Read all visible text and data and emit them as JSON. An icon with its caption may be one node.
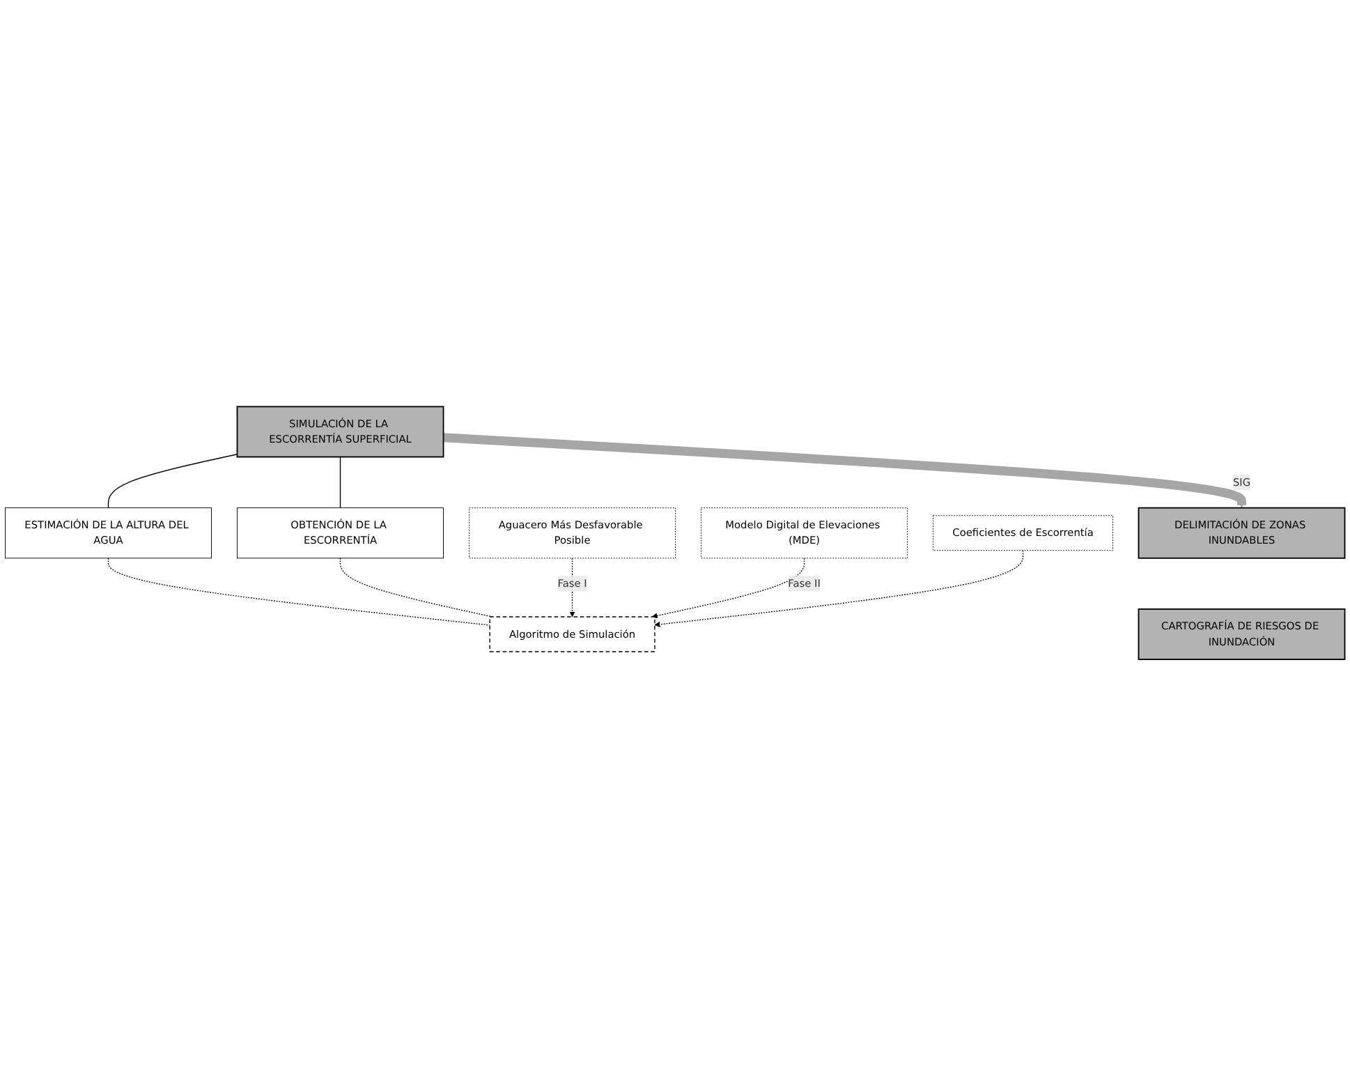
{
  "diagram": {
    "nodes": [
      {
        "text": [
          "SIMULACIÓN DE LA ESCORRENTÍA SUPERFICIAL"
        ]
      },
      {
        "text": [
          "ESTIMACIÓN DE LA ALTURA DEL AGUA"
        ]
      },
      {
        "text": [
          "OBTENCIÓN DE LA ESCORRENTÍA"
        ]
      },
      {
        "text": [
          "Aguacero Más Desfavorable Posible"
        ]
      },
      {
        "text": [
          "Algoritmo de Simulación"
        ]
      },
      {
        "text": [
          "Modelo Digital de Elevaciones (MDE)"
        ]
      },
      {
        "text": [
          "Coeficientes de Escorrentía"
        ]
      },
      {
        "text": [
          "DELIMITACIÓN DE ZONAS INUNDABLES"
        ]
      },
      {
        "text": [
          "CARTOGRAFÍA DE RIESGOS DE INUNDACIÓN"
        ]
      }
    ],
    "edges": [
      {
        "from": 0,
        "to": 1,
        "arrow": "none"
      },
      {
        "from": 0,
        "to": 2,
        "arrow": "none"
      },
      {
        "from": 1,
        "to": 4,
        "arrow": "none",
        "style": "dashed"
      },
      {
        "from": 2,
        "to": 4,
        "arrow": "none",
        "style": "dashed"
      },
      {
        "from": 3,
        "to": 4,
        "arrow": "to",
        "label": "Fase I",
        "style": "dashed"
      },
      {
        "from": 5,
        "to": 4,
        "arrow": "to",
        "label": "Fase II",
        "style": "dashed"
      },
      {
        "from": 6,
        "to": 4,
        "arrow": "to",
        "style": "dashed"
      },
      {
        "from": 0,
        "to": 7,
        "arrow": "to",
        "label": "SIG",
        "style": "thick",
        "color": "#a6a6a6"
      }
    ]
  }
}
